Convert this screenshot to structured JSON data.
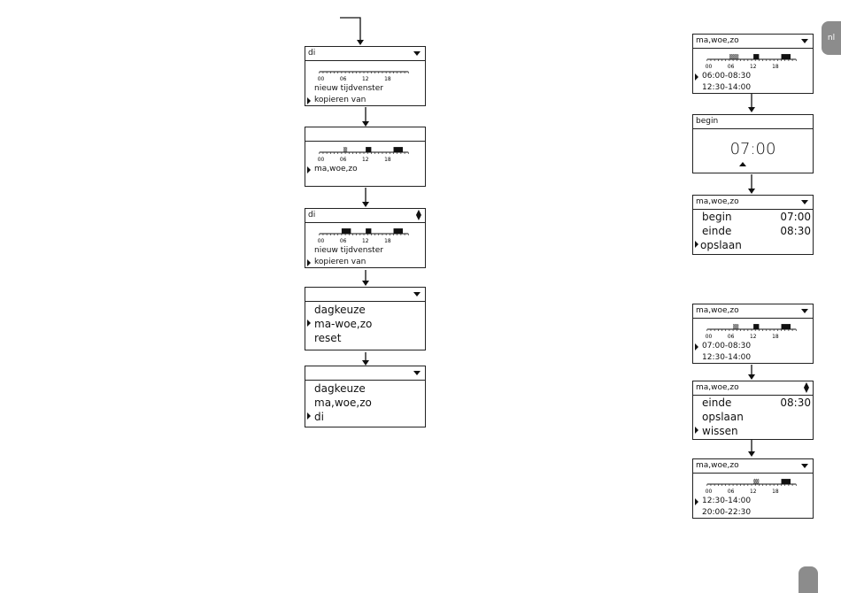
{
  "side_tab": "nl",
  "flow_left": {
    "s1": {
      "title": "di",
      "items": [
        "nieuw tijdvenster",
        "kopieren van"
      ]
    },
    "s2": {
      "title": "",
      "items": [
        "ma,woe,zo"
      ]
    },
    "s3": {
      "title": "di",
      "items": [
        "nieuw tijdvenster",
        "kopieren van"
      ]
    },
    "s4": {
      "title": "",
      "items": [
        "dagkeuze",
        "ma-woe,zo",
        "reset"
      ]
    },
    "s5": {
      "title": "",
      "items": [
        "dagkeuze",
        "ma,woe,zo",
        "di"
      ]
    }
  },
  "flow_right_top": {
    "s1": {
      "title": "ma,woe,zo",
      "items": [
        "06:00-08:30",
        "12:30-14:00"
      ]
    },
    "s2": {
      "title": "begin",
      "time": "07:00"
    },
    "s3": {
      "title": "ma,woe,zo",
      "items": [
        {
          "label": "begin",
          "value": "07:00"
        },
        {
          "label": "einde",
          "value": "08:30"
        },
        {
          "label": "opslaan",
          "value": ""
        }
      ]
    }
  },
  "flow_right_bottom": {
    "s1": {
      "title": "ma,woe,zo",
      "items": [
        "07:00-08:30",
        "12:30-14:00"
      ]
    },
    "s2": {
      "title": "ma,woe,zo",
      "items": [
        {
          "label": "einde",
          "value": "08:30"
        },
        {
          "label": "opslaan",
          "value": ""
        },
        {
          "label": "wissen",
          "value": ""
        }
      ]
    },
    "s3": {
      "title": "ma,woe,zo",
      "items": [
        "12:30-14:00",
        "20:00-22:30"
      ]
    }
  },
  "timeline_labels": [
    "00",
    "06",
    "12",
    "18"
  ]
}
